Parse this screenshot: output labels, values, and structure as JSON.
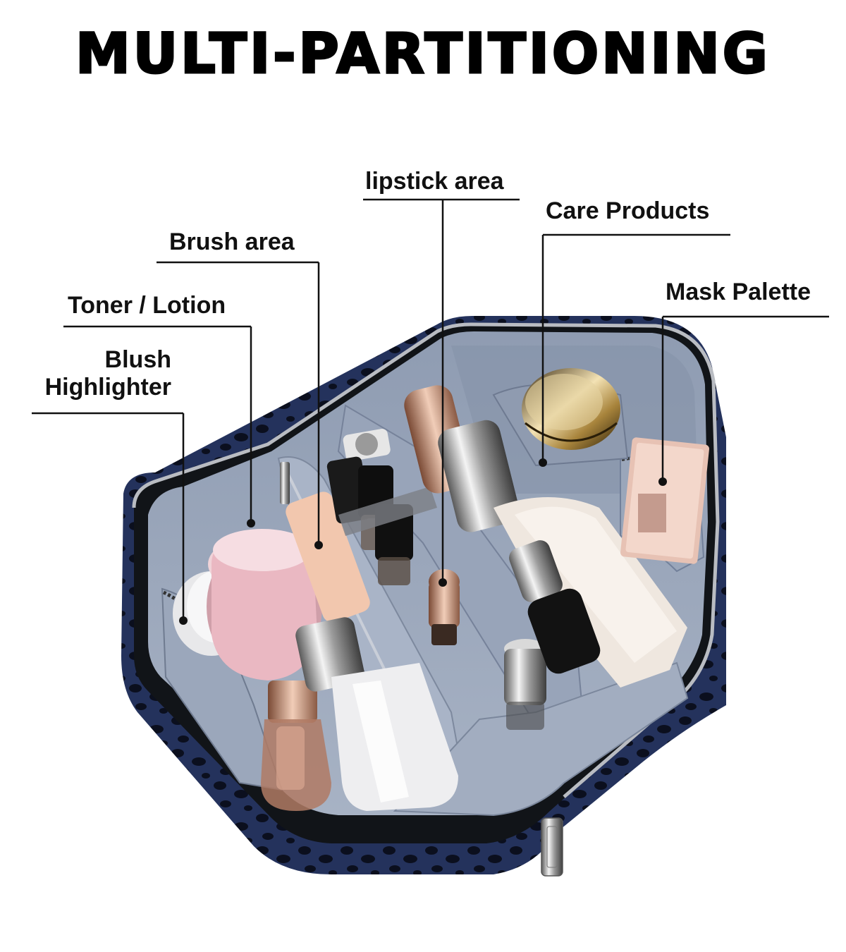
{
  "title": "MULTI-PARTITIONING",
  "callouts": {
    "lipstick": "lipstick area",
    "care": "Care Products",
    "brush": "Brush area",
    "mask": "Mask Palette",
    "toner": "Toner / Lotion",
    "blush": "Blush",
    "highlighter": "Highlighter"
  },
  "colors": {
    "lining": "#9aa6bb",
    "lining_dark": "#7b879c",
    "shell": "#1f2a4d",
    "leather": "#111418",
    "zipper": "#b9bcc2"
  }
}
